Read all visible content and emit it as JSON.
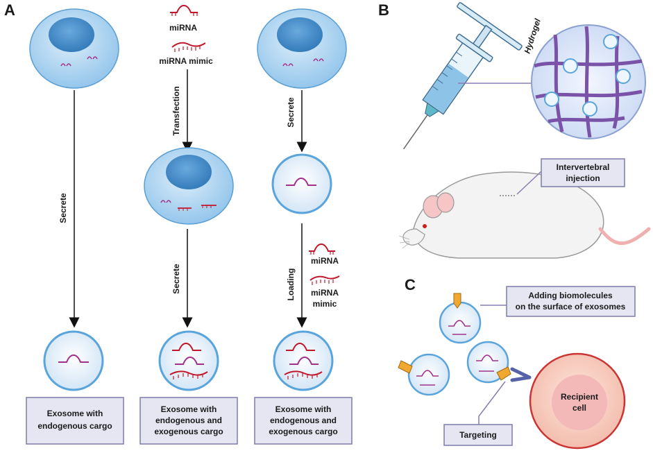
{
  "panels": {
    "a": "A",
    "b": "B",
    "c": "C"
  },
  "panel_a": {
    "col1": {
      "arrow_label": "Secrete",
      "box_lines": [
        "Exosome with",
        "endogenous cargo"
      ]
    },
    "col2": {
      "legend_mirna": "miRNA",
      "legend_mimic": "miRNA mimic",
      "arrow1_label": "Transfection",
      "arrow2_label": "Secrete",
      "box_lines": [
        "Exosome with",
        "endogenous and",
        "exogenous cargo"
      ]
    },
    "col3": {
      "arrow1_label": "Secrete",
      "arrow2_label": "Loading",
      "legend_mirna": "miRNA",
      "legend_mimic_lines": [
        "miRNA",
        "mimic"
      ],
      "box_lines": [
        "Exosome with",
        "endogenous and",
        "exogenous cargo"
      ]
    }
  },
  "panel_b": {
    "hydrogel_label": "Hydrogel",
    "injection_box_lines": [
      "Intervertebral",
      "injection"
    ]
  },
  "panel_c": {
    "surface_box_lines": [
      "Adding biomolecules",
      "on the surface of exosomes"
    ],
    "targeting_label": "Targeting",
    "recipient_lines": [
      "Recipient",
      "cell"
    ]
  },
  "colors": {
    "cell_fill": "#b9d9f2",
    "nucleus": "#3c86c6",
    "exosome_fill": "#e8f2fb",
    "exosome_stroke": "#5aa4dc",
    "mirna": "#c4162a",
    "mimic": "#a0308c",
    "hydrogel": "#7a52a8",
    "box_fill": "#e6e6f2",
    "box_stroke": "#7b7ba8",
    "recipient_fill": "#f6d6cc",
    "recipient_stroke": "#cc3333",
    "ligand": "#f0a830",
    "receptor": "#5561a8"
  }
}
